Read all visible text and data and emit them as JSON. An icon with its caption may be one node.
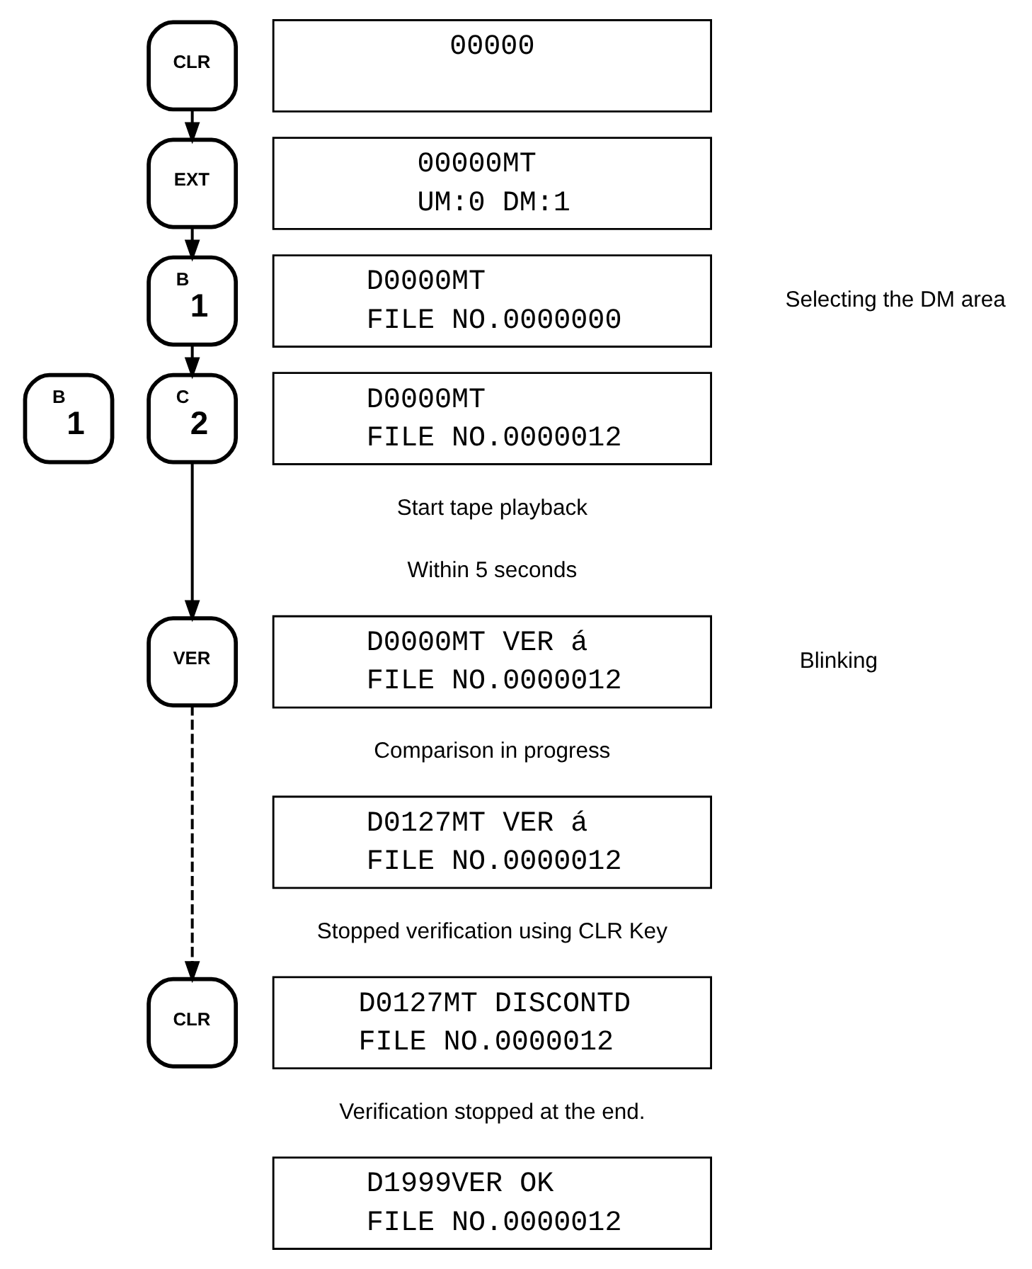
{
  "diagram": {
    "nodes": [
      {
        "text": [
          "CLR"
        ]
      },
      {
        "text": [
          "00000"
        ]
      },
      {
        "text": [
          "EXT"
        ]
      },
      {
        "text": [
          "00000MT",
          "UM:0 DM:1"
        ]
      },
      {
        "text": [
          "B",
          "1"
        ]
      },
      {
        "text": [
          "D0000MT",
          "FILE NO.0000000"
        ]
      },
      {
        "text": [
          "B",
          "1"
        ]
      },
      {
        "text": [
          "C",
          "2"
        ]
      },
      {
        "text": [
          "D0000MT",
          "FILE NO.0000012"
        ]
      },
      {
        "text": [
          "VER"
        ]
      },
      {
        "text": [
          "D0000MT VER á",
          "FILE NO.0000012"
        ]
      },
      {
        "text": [
          "D0127MT VER á",
          "FILE NO.0000012"
        ]
      },
      {
        "text": [
          "CLR"
        ]
      },
      {
        "text": [
          "D0127MT DISCONTD",
          "FILE NO.0000012"
        ]
      },
      {
        "text": [
          "D1999VER OK",
          "FILE NO.0000012"
        ]
      }
    ],
    "edges": [
      {
        "from": 0,
        "to": 2,
        "arrow": "to"
      },
      {
        "from": 2,
        "to": 4,
        "arrow": "to"
      },
      {
        "from": 4,
        "to": 7,
        "arrow": "to"
      },
      {
        "from": 7,
        "to": 9,
        "arrow": "to"
      },
      {
        "from": 9,
        "to": 12,
        "arrow": "to",
        "style": "dashed"
      }
    ],
    "labels": [
      "Selecting the DM area",
      "Start tape playback",
      "Within 5 seconds",
      "Blinking",
      "Comparison in progress",
      "Stopped verification using CLR Key",
      "Verification stopped at the end."
    ]
  }
}
